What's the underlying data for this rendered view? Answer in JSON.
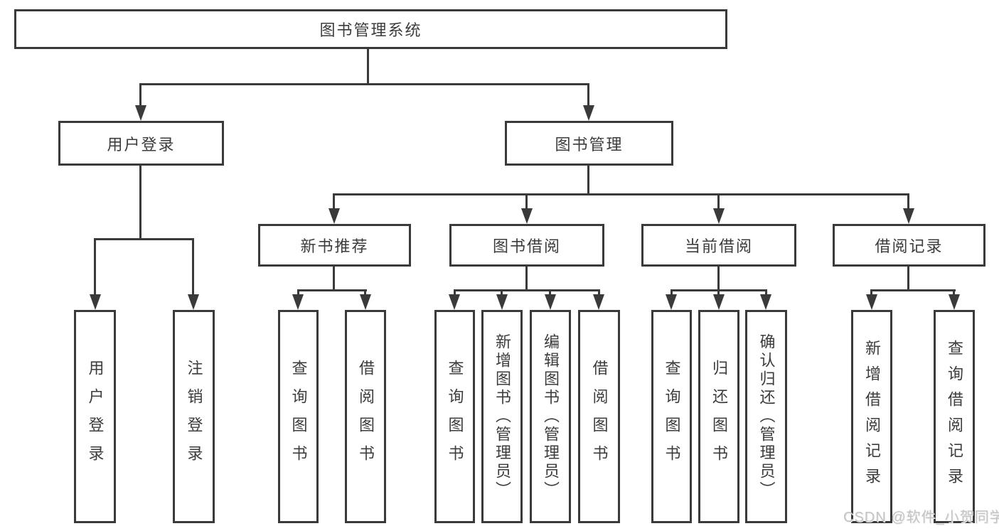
{
  "diagram": {
    "title": "图书管理系统",
    "root": {
      "label": "图书管理系统"
    },
    "branches": [
      {
        "label": "用户登录"
      },
      {
        "label": "图书管理"
      }
    ],
    "modules": [
      {
        "label": "新书推荐"
      },
      {
        "label": "图书借阅"
      },
      {
        "label": "当前借阅"
      },
      {
        "label": "借阅记录"
      }
    ],
    "leaves": {
      "login": [
        "用户登录",
        "注销登录"
      ],
      "recommend": [
        "查询图书",
        "借阅图书"
      ],
      "borrow": [
        "查询图书",
        "新增图书（管理员）",
        "编辑图书（管理员）",
        "借阅图书"
      ],
      "current": [
        "查询图书",
        "归还图书",
        "确认归还（管理员）"
      ],
      "records": [
        "新增借阅记录",
        "查询借阅记录"
      ]
    }
  },
  "watermark": {
    "text": "CSDN @软件_小贺同学"
  },
  "colors": {
    "line": "#3a3a3a",
    "text": "#3c3c3c",
    "background": "#ffffff",
    "watermark": "#c4c4c4"
  }
}
